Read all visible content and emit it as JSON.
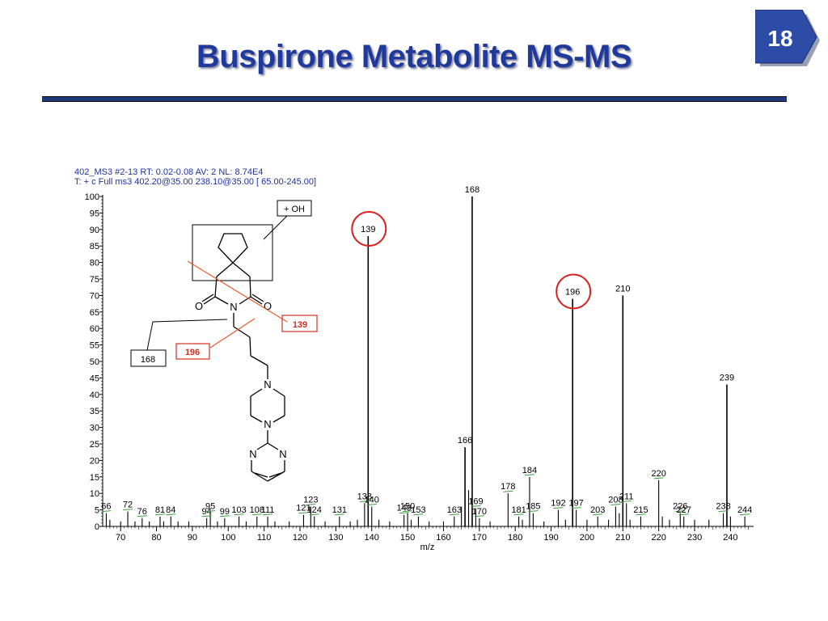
{
  "slide": {
    "title": "Buspirone Metabolite MS-MS",
    "page_number": "18",
    "accent_color": "#1f3a9a"
  },
  "header": {
    "line1": "402_MS3 #2-13 RT: 0.02-0.08 AV: 2 NL: 8.74E4",
    "line2": "T: + c Full ms3 402.20@35.00 238.10@35.00 [ 65.00-245.00]"
  },
  "structure": {
    "oh_label": "+ OH",
    "frag_168": "168",
    "frag_139": "139",
    "frag_196": "196",
    "atom_o_left": "O",
    "atom_o_right": "O",
    "atom_n_imide": "N",
    "atom_n_pip_top": "N",
    "atom_n_pip_bottom": "N",
    "atom_n_pyr_left": "N",
    "atom_n_pyr_right": "N"
  },
  "chart_data": {
    "type": "bar",
    "xlabel": "m/z",
    "ylabel": "",
    "xlim": [
      65,
      246
    ],
    "ylim": [
      0,
      100
    ],
    "x_ticks": [
      70,
      80,
      90,
      100,
      110,
      120,
      130,
      140,
      150,
      160,
      170,
      180,
      190,
      200,
      210,
      220,
      230,
      240
    ],
    "y_ticks": [
      0,
      5,
      10,
      15,
      20,
      25,
      30,
      35,
      40,
      45,
      50,
      55,
      60,
      65,
      70,
      75,
      80,
      85,
      90,
      95,
      100
    ],
    "circled_peaks": [
      139,
      196
    ],
    "peaks": [
      {
        "mz": 66,
        "intensity": 4,
        "label": "66"
      },
      {
        "mz": 67,
        "intensity": 2,
        "label": ""
      },
      {
        "mz": 70,
        "intensity": 1.5,
        "label": ""
      },
      {
        "mz": 72,
        "intensity": 4.5,
        "label": "72"
      },
      {
        "mz": 74,
        "intensity": 1.5,
        "label": ""
      },
      {
        "mz": 76,
        "intensity": 2.5,
        "label": "76"
      },
      {
        "mz": 78,
        "intensity": 1.5,
        "label": ""
      },
      {
        "mz": 81,
        "intensity": 3,
        "label": "81"
      },
      {
        "mz": 82,
        "intensity": 1.5,
        "label": ""
      },
      {
        "mz": 84,
        "intensity": 3,
        "label": "84"
      },
      {
        "mz": 86,
        "intensity": 1.5,
        "label": ""
      },
      {
        "mz": 89,
        "intensity": 1.5,
        "label": ""
      },
      {
        "mz": 94,
        "intensity": 2.5,
        "label": "94"
      },
      {
        "mz": 95,
        "intensity": 4,
        "label": "95"
      },
      {
        "mz": 97,
        "intensity": 1.5,
        "label": ""
      },
      {
        "mz": 99,
        "intensity": 2.5,
        "label": "99"
      },
      {
        "mz": 103,
        "intensity": 3,
        "label": "103"
      },
      {
        "mz": 105,
        "intensity": 1.5,
        "label": ""
      },
      {
        "mz": 108,
        "intensity": 3,
        "label": "108"
      },
      {
        "mz": 111,
        "intensity": 3,
        "label": "111"
      },
      {
        "mz": 113,
        "intensity": 1.5,
        "label": ""
      },
      {
        "mz": 117,
        "intensity": 1.5,
        "label": ""
      },
      {
        "mz": 121,
        "intensity": 3.5,
        "label": "121"
      },
      {
        "mz": 123,
        "intensity": 6,
        "label": "123"
      },
      {
        "mz": 124,
        "intensity": 3,
        "label": "124"
      },
      {
        "mz": 127,
        "intensity": 1.5,
        "label": ""
      },
      {
        "mz": 131,
        "intensity": 3,
        "label": "131"
      },
      {
        "mz": 134,
        "intensity": 1.5,
        "label": ""
      },
      {
        "mz": 136,
        "intensity": 2,
        "label": ""
      },
      {
        "mz": 138,
        "intensity": 7,
        "label": "138"
      },
      {
        "mz": 139,
        "intensity": 88,
        "label": "139"
      },
      {
        "mz": 140,
        "intensity": 6,
        "label": "140"
      },
      {
        "mz": 142,
        "intensity": 2,
        "label": ""
      },
      {
        "mz": 145,
        "intensity": 1.5,
        "label": ""
      },
      {
        "mz": 149,
        "intensity": 3.5,
        "label": "149"
      },
      {
        "mz": 150,
        "intensity": 4,
        "label": "150"
      },
      {
        "mz": 151,
        "intensity": 2,
        "label": ""
      },
      {
        "mz": 153,
        "intensity": 3,
        "label": "153"
      },
      {
        "mz": 156,
        "intensity": 1.5,
        "label": ""
      },
      {
        "mz": 160,
        "intensity": 1.5,
        "label": ""
      },
      {
        "mz": 163,
        "intensity": 3,
        "label": "163"
      },
      {
        "mz": 165,
        "intensity": 6,
        "label": ""
      },
      {
        "mz": 166,
        "intensity": 24,
        "label": "166"
      },
      {
        "mz": 167,
        "intensity": 11,
        "label": ""
      },
      {
        "mz": 168,
        "intensity": 100,
        "label": "168"
      },
      {
        "mz": 169,
        "intensity": 5.5,
        "label": "169"
      },
      {
        "mz": 170,
        "intensity": 2.5,
        "label": "170"
      },
      {
        "mz": 173,
        "intensity": 1.5,
        "label": ""
      },
      {
        "mz": 178,
        "intensity": 10,
        "label": "178"
      },
      {
        "mz": 181,
        "intensity": 3,
        "label": "181"
      },
      {
        "mz": 182,
        "intensity": 2,
        "label": ""
      },
      {
        "mz": 184,
        "intensity": 15,
        "label": "184"
      },
      {
        "mz": 185,
        "intensity": 4,
        "label": "185"
      },
      {
        "mz": 188,
        "intensity": 1.5,
        "label": ""
      },
      {
        "mz": 192,
        "intensity": 5,
        "label": "192"
      },
      {
        "mz": 194,
        "intensity": 2,
        "label": ""
      },
      {
        "mz": 196,
        "intensity": 69,
        "label": "196"
      },
      {
        "mz": 197,
        "intensity": 5,
        "label": "197"
      },
      {
        "mz": 200,
        "intensity": 2,
        "label": ""
      },
      {
        "mz": 203,
        "intensity": 3,
        "label": "203"
      },
      {
        "mz": 206,
        "intensity": 2,
        "label": ""
      },
      {
        "mz": 208,
        "intensity": 6,
        "label": "208"
      },
      {
        "mz": 209,
        "intensity": 4,
        "label": ""
      },
      {
        "mz": 210,
        "intensity": 70,
        "label": "210"
      },
      {
        "mz": 211,
        "intensity": 7,
        "label": "211"
      },
      {
        "mz": 212,
        "intensity": 2,
        "label": ""
      },
      {
        "mz": 215,
        "intensity": 3,
        "label": "215"
      },
      {
        "mz": 220,
        "intensity": 14,
        "label": "220"
      },
      {
        "mz": 221,
        "intensity": 3,
        "label": ""
      },
      {
        "mz": 223,
        "intensity": 2,
        "label": ""
      },
      {
        "mz": 226,
        "intensity": 4,
        "label": "226"
      },
      {
        "mz": 227,
        "intensity": 3,
        "label": "227"
      },
      {
        "mz": 230,
        "intensity": 2,
        "label": ""
      },
      {
        "mz": 234,
        "intensity": 2,
        "label": ""
      },
      {
        "mz": 238,
        "intensity": 4,
        "label": "238"
      },
      {
        "mz": 239,
        "intensity": 43,
        "label": "239"
      },
      {
        "mz": 240,
        "intensity": 3,
        "label": ""
      },
      {
        "mz": 244,
        "intensity": 3,
        "label": "244"
      }
    ]
  }
}
